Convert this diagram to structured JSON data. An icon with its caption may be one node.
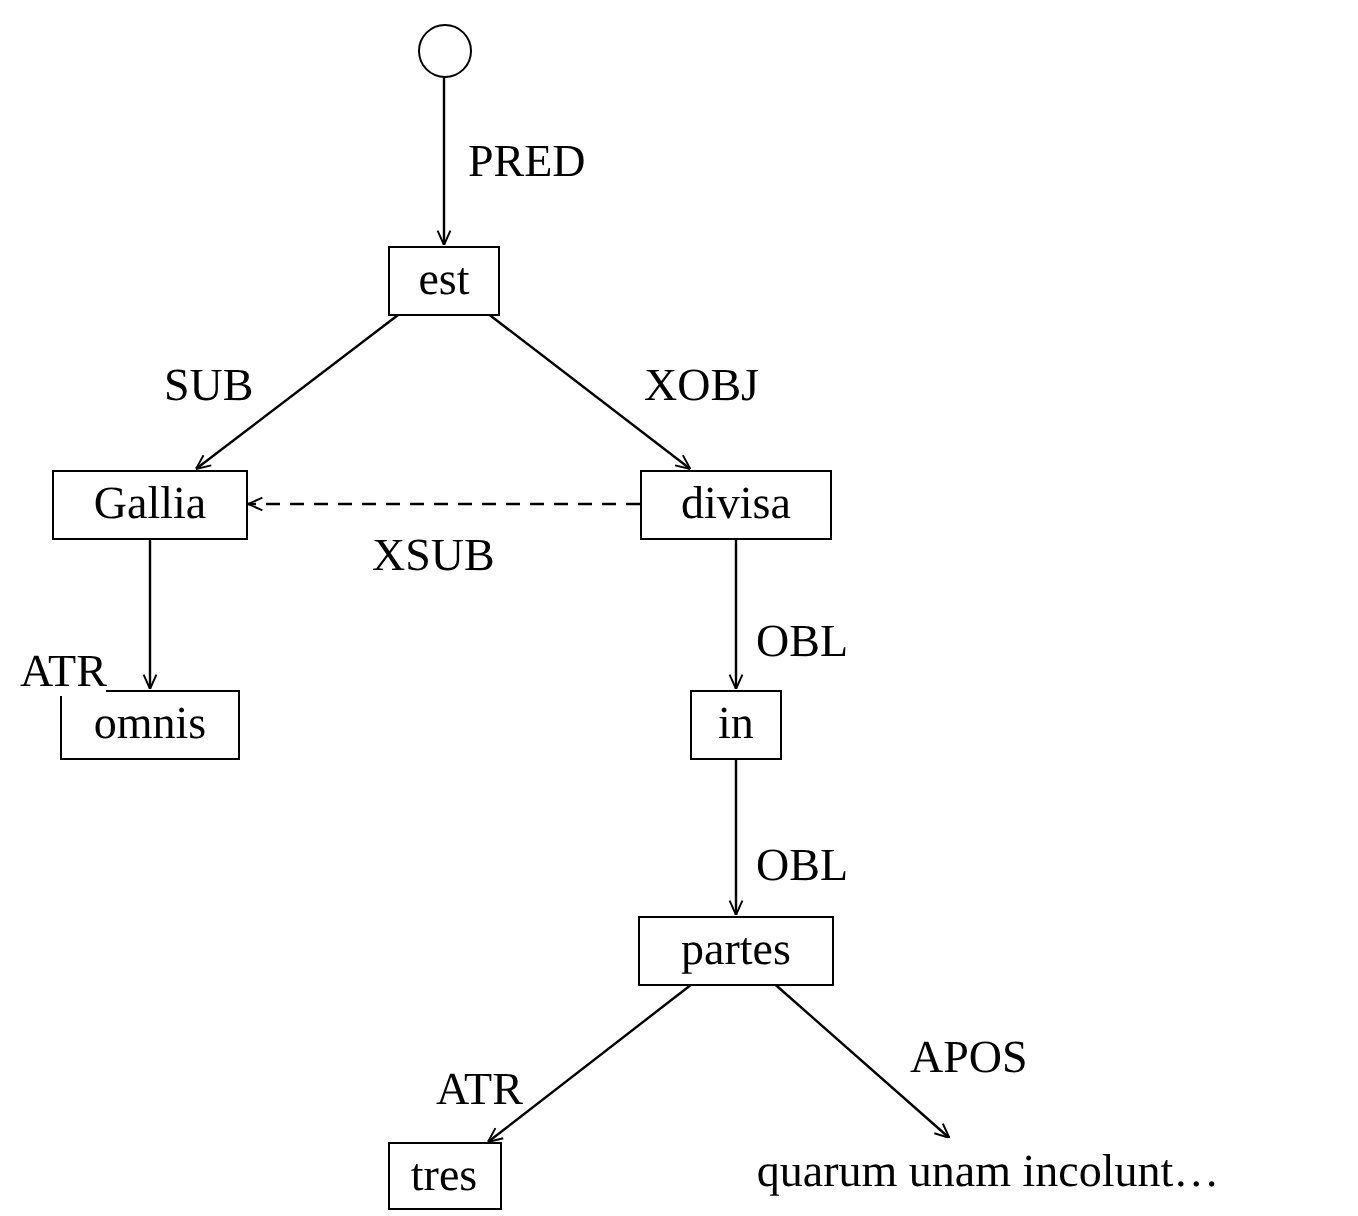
{
  "diagram": {
    "nodes": [
      {
        "text": [],
        "shape": "circle"
      },
      {
        "text": [
          "est"
        ]
      },
      {
        "text": [
          "Gallia"
        ]
      },
      {
        "text": [
          "divisa"
        ]
      },
      {
        "text": [
          "omnis"
        ]
      },
      {
        "text": [
          "in"
        ]
      },
      {
        "text": [
          "partes"
        ]
      },
      {
        "text": [
          "tres"
        ]
      },
      {
        "text": [
          "quarum unam incolunt…"
        ]
      }
    ],
    "edges": [
      {
        "from": 0,
        "to": 1,
        "arrow": "to",
        "label": "PRED"
      },
      {
        "from": 1,
        "to": 2,
        "arrow": "to",
        "label": "SUB"
      },
      {
        "from": 1,
        "to": 3,
        "arrow": "to",
        "label": "XOBJ"
      },
      {
        "from": 3,
        "to": 2,
        "arrow": "to",
        "label": "XSUB",
        "style": "dashed"
      },
      {
        "from": 2,
        "to": 4,
        "arrow": "to",
        "label": "ATR"
      },
      {
        "from": 3,
        "to": 5,
        "arrow": "to",
        "label": "OBL"
      },
      {
        "from": 5,
        "to": 6,
        "arrow": "to",
        "label": "OBL"
      },
      {
        "from": 6,
        "to": 7,
        "arrow": "to",
        "label": "ATR"
      },
      {
        "from": 6,
        "to": 8,
        "arrow": "to",
        "label": "APOS"
      }
    ]
  }
}
